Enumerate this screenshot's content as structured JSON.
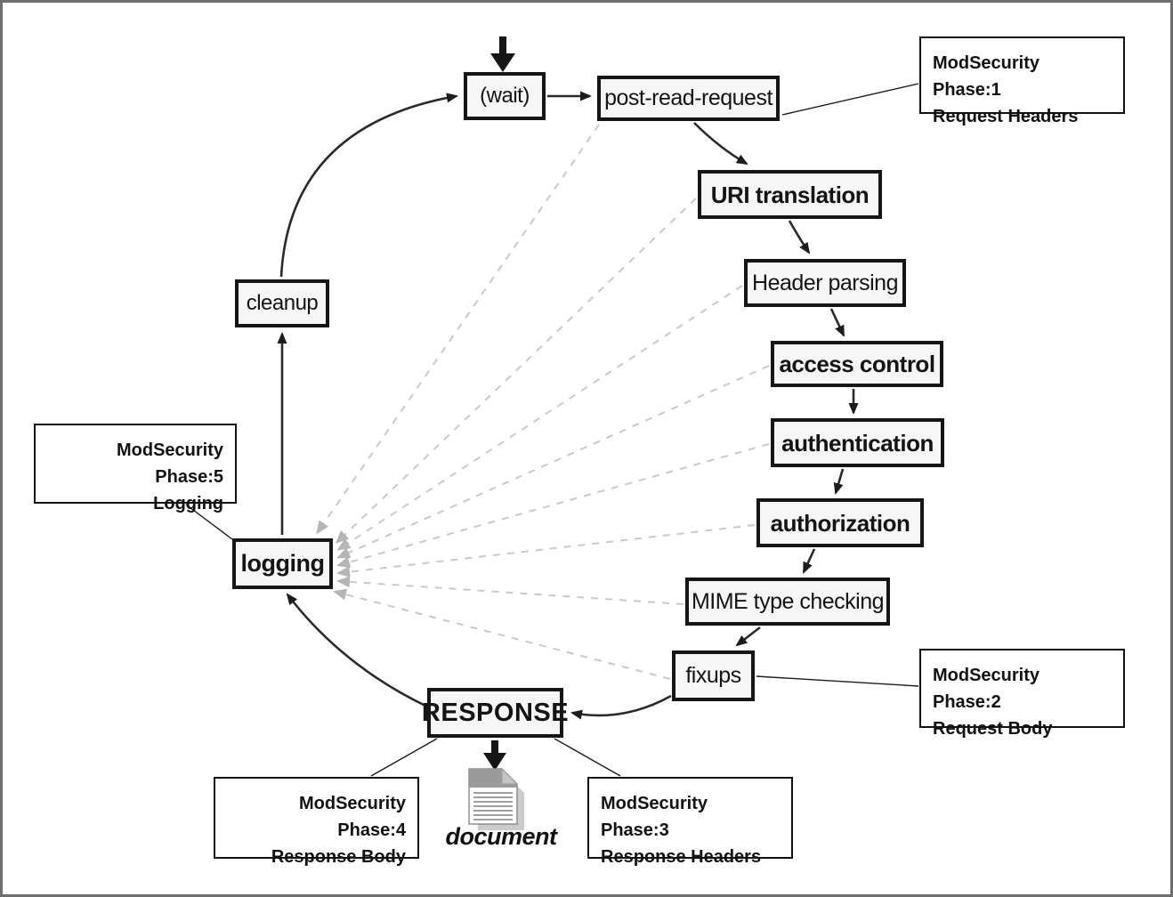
{
  "diagram": {
    "kind": "flow-diagram",
    "nodes": [
      {
        "id": "wait",
        "label": "(wait)"
      },
      {
        "id": "post-read-request",
        "label": "post-read-request"
      },
      {
        "id": "uri-translation",
        "label": "URI translation"
      },
      {
        "id": "header-parsing",
        "label": "Header parsing"
      },
      {
        "id": "access-control",
        "label": "access control"
      },
      {
        "id": "authentication",
        "label": "authentication"
      },
      {
        "id": "authorization",
        "label": "authorization"
      },
      {
        "id": "mime-type-checking",
        "label": "MIME type checking"
      },
      {
        "id": "fixups",
        "label": "fixups"
      },
      {
        "id": "response",
        "label": "RESPONSE"
      },
      {
        "id": "logging",
        "label": "logging"
      },
      {
        "id": "cleanup",
        "label": "cleanup"
      }
    ],
    "annotations": [
      {
        "id": "phase1",
        "line1": "ModSecurity Phase:1",
        "line2": "Request Headers"
      },
      {
        "id": "phase2",
        "line1": "ModSecurity Phase:2",
        "line2": "Request Body"
      },
      {
        "id": "phase3",
        "line1": "ModSecurity Phase:3",
        "line2": "Response Headers"
      },
      {
        "id": "phase4",
        "line1": "ModSecurity Phase:4",
        "line2": "Response Body"
      },
      {
        "id": "phase5",
        "line1": "ModSecurity Phase:5",
        "line2": "Logging"
      }
    ],
    "document_label": "document",
    "edges": {
      "solid": [
        [
          "entry",
          "wait"
        ],
        [
          "wait",
          "post-read-request"
        ],
        [
          "post-read-request",
          "URI translation"
        ],
        [
          "URI translation",
          "Header parsing"
        ],
        [
          "Header parsing",
          "access control"
        ],
        [
          "access control",
          "authentication"
        ],
        [
          "authentication",
          "authorization"
        ],
        [
          "authorization",
          "MIME type checking"
        ],
        [
          "MIME type checking",
          "fixups"
        ],
        [
          "fixups",
          "RESPONSE"
        ],
        [
          "RESPONSE",
          "logging"
        ],
        [
          "logging",
          "cleanup"
        ],
        [
          "cleanup",
          "wait"
        ],
        [
          "RESPONSE",
          "document"
        ]
      ],
      "dashed_to_logging": [
        "post-read-request",
        "URI translation",
        "Header parsing",
        "access control",
        "authentication",
        "authorization",
        "MIME type checking",
        "fixups"
      ],
      "annotation_links": [
        [
          "post-read-request",
          "phase1"
        ],
        [
          "fixups",
          "phase2"
        ],
        [
          "RESPONSE",
          "phase3"
        ],
        [
          "RESPONSE",
          "phase4"
        ],
        [
          "phase5",
          "logging"
        ]
      ]
    },
    "colors": {
      "node_border": "#161616",
      "node_fill": "#f6f6f6",
      "dashed_line": "#c9c9c9",
      "dashed_arrowhead": "#b5b5b5",
      "solid_line": "#2a2a2a",
      "frame_border": "#6e6e6e",
      "doc_icon_gray": "#9b9b9b"
    }
  }
}
